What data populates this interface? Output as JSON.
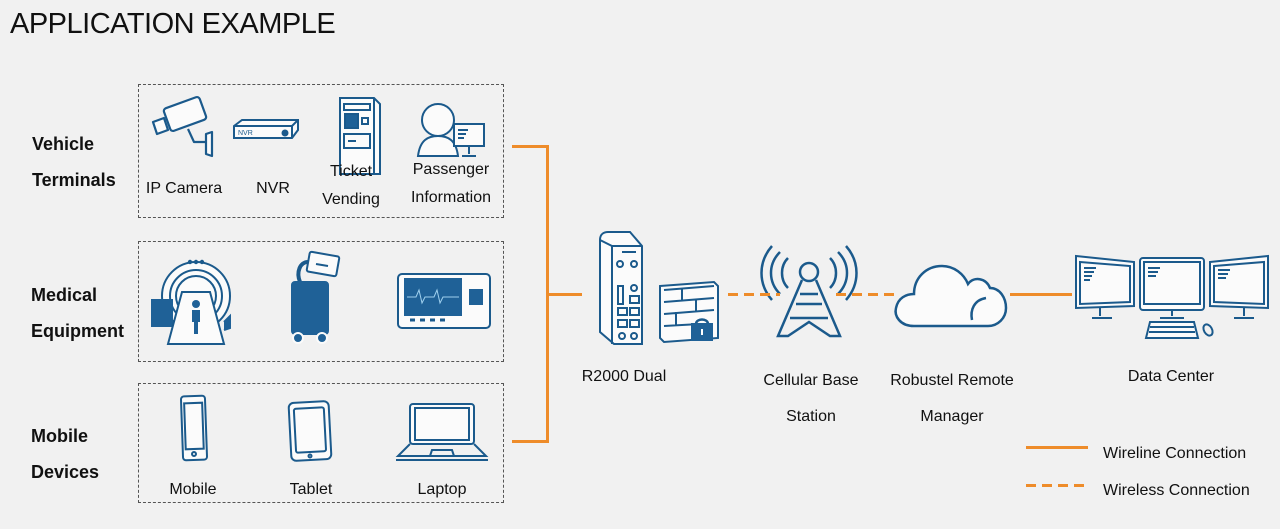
{
  "title": "APPLICATION EXAMPLE",
  "groups": [
    {
      "label_line1": "Vehicle",
      "label_line2": "Terminals",
      "items": [
        {
          "icon": "ip-camera-icon",
          "label_line1": "IP Camera",
          "label_line2": ""
        },
        {
          "icon": "nvr-icon",
          "label_line1": "NVR",
          "label_line2": "",
          "icon_text": "NVR"
        },
        {
          "icon": "ticket-vending-icon",
          "label_line1": "Ticket",
          "label_line2": "Vending"
        },
        {
          "icon": "passenger-information-icon",
          "label_line1": "Passenger",
          "label_line2": "Information"
        }
      ]
    },
    {
      "label_line1": "Medical",
      "label_line2": "Equipment",
      "items": [
        {
          "icon": "ct-scanner-icon"
        },
        {
          "icon": "medical-cart-icon"
        },
        {
          "icon": "heart-monitor-icon"
        }
      ]
    },
    {
      "label_line1": "Mobile",
      "label_line2": "Devices",
      "items": [
        {
          "icon": "mobile-phone-icon",
          "label_line1": "Mobile"
        },
        {
          "icon": "tablet-icon",
          "label_line1": "Tablet"
        },
        {
          "icon": "laptop-icon",
          "label_line1": "Laptop"
        }
      ]
    }
  ],
  "nodes": [
    {
      "icon": "router-firewall-icon",
      "label_line1": "R2000 Dual",
      "label_line2": ""
    },
    {
      "icon": "cell-tower-icon",
      "label_line1": "Cellular Base",
      "label_line2": "Station"
    },
    {
      "icon": "cloud-icon",
      "label_line1": "Robustel Remote",
      "label_line2": "Manager"
    },
    {
      "icon": "workstations-icon",
      "label_line1": "Data Center",
      "label_line2": ""
    }
  ],
  "connections": [
    {
      "from": "Vehicle Terminals",
      "to": "R2000 Dual",
      "type": "wireline"
    },
    {
      "from": "Medical Equipment",
      "to": "R2000 Dual",
      "type": "wireline"
    },
    {
      "from": "Mobile Devices",
      "to": "R2000 Dual",
      "type": "wireline"
    },
    {
      "from": "R2000 Dual",
      "to": "Cellular Base Station",
      "type": "wireless"
    },
    {
      "from": "Cellular Base Station",
      "to": "Robustel Remote Manager",
      "type": "wireless"
    },
    {
      "from": "Robustel Remote Manager",
      "to": "Data Center",
      "type": "wireline"
    }
  ],
  "legend": {
    "wireline": "Wireline Connection",
    "wireless": "Wireless Connection"
  },
  "colors": {
    "connection": "#ee8c2a",
    "icon": "#1b5a8c",
    "icon_fill": "#1f6197",
    "background": "#f1f1f1"
  }
}
